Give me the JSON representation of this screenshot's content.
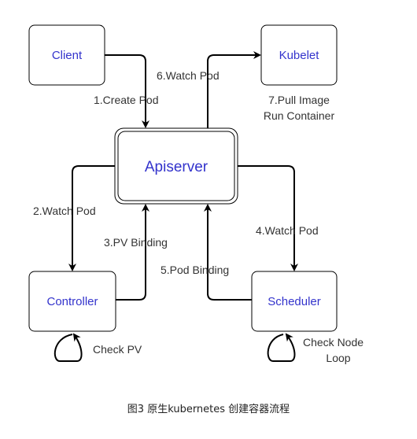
{
  "nodes": {
    "client": "Client",
    "kubelet": "Kubelet",
    "apiserver": "Apiserver",
    "controller": "Controller",
    "scheduler": "Scheduler"
  },
  "edges": {
    "create_pod": "1.Create Pod",
    "watch_pod_controller": "2.Watch Pod",
    "pv_binding": "3.PV Binding",
    "watch_pod_scheduler": "4.Watch Pod",
    "pod_binding": "5.Pod Binding",
    "watch_pod_kubelet": "6.Watch Pod",
    "pull_image_line1": "7.Pull Image",
    "pull_image_line2": "Run Container",
    "check_pv": "Check PV",
    "check_node_line1": "Check Node",
    "check_node_line2": "Loop"
  },
  "caption": "图3 原生kubernetes 创建容器流程"
}
